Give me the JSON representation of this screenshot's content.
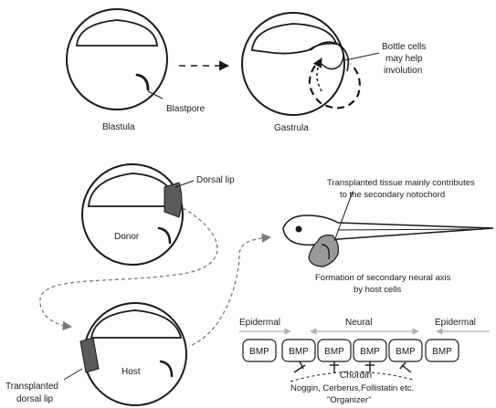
{
  "labels": {
    "blastula": "Blastula",
    "blastopore": "Blastpore",
    "gastrula": "Gastrula",
    "bottle_cells_1": "Bottle cells",
    "bottle_cells_2": "may help",
    "bottle_cells_3": "involution",
    "dorsal_lip": "Dorsal lip",
    "donor": "Donor",
    "host": "Host",
    "transplanted_1": "Transplanted",
    "transplanted_2": "dorsal lip",
    "notochord_1": "Transplanted tissue mainly contributes",
    "notochord_2": "to the secondary notochord",
    "neural_axis_1": "Formation of secondary neural axis",
    "neural_axis_2": "by host cells",
    "epidermal_left": "Epidermal",
    "neural": "Neural",
    "epidermal_right": "Epidermal",
    "chordin": "Chordin",
    "antagonists": "Noggin, Cerberus,Follistatin etc.",
    "organizer": "\"Organizer\""
  },
  "bmp_boxes": [
    "BMP",
    "BMP",
    "BMP",
    "BMP",
    "BMP",
    "BMP"
  ],
  "colors": {
    "line": "#1a1a1a",
    "fill_dark": "#5a5a5a",
    "fill_light": "#9a9a9a",
    "arrow_grey": "#9a9a9a"
  }
}
